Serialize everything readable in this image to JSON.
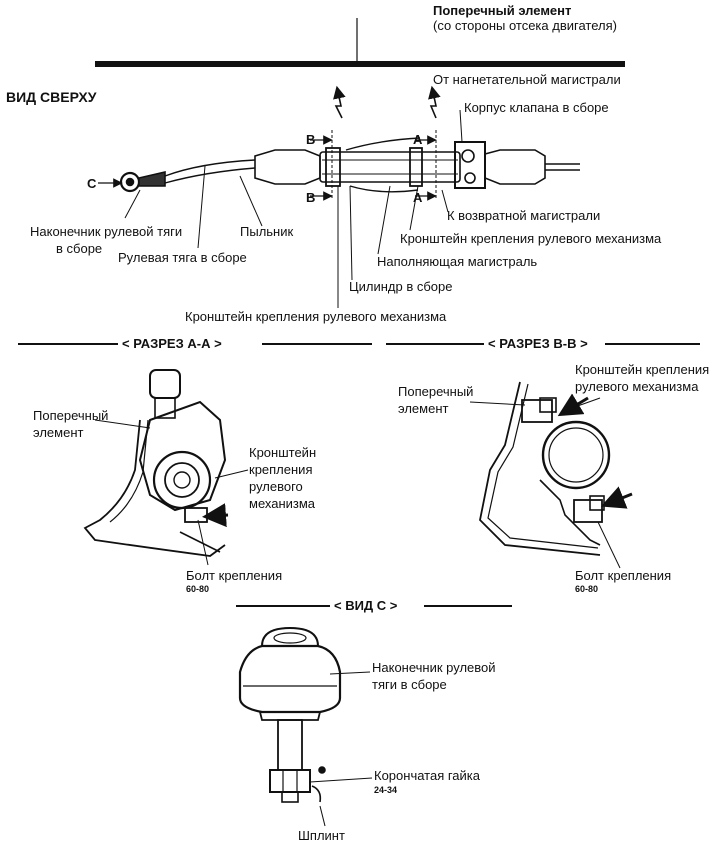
{
  "top": {
    "cross_member_title": "Поперечный элемент",
    "cross_member_sub": "(со стороны отсека двигателя)",
    "view_from_above": "ВИД СВЕРХУ",
    "from_pressure_line": "От нагнетательной магистрали",
    "valve_body": "Корпус клапана в сборе",
    "marker_b_top": "B",
    "marker_b_bottom": "B",
    "marker_a_top": "A",
    "marker_a_bottom": "A",
    "marker_c": "C",
    "to_return_line": "К возвратной магистрали",
    "gear_bracket_right": "Кронштейн крепления рулевого механизма",
    "tie_rod_end_1": "Наконечник рулевой тяги",
    "tie_rod_end_2": "в сборе",
    "boot": "Пыльник",
    "tie_rod": "Рулевая тяга в сборе",
    "feed_line": "Наполняющая магистраль",
    "cylinder": "Цилиндр в сборе",
    "gear_bracket_bottom": "Кронштейн крепления рулевого механизма"
  },
  "section_aa": {
    "title": "< РАЗРЕЗ А-А >",
    "cross_member_1": "Поперечный",
    "cross_member_2": "элемент",
    "bracket_1": "Кронштейн",
    "bracket_2": "крепления",
    "bracket_3": "рулевого",
    "bracket_4": "механизма",
    "bolt": "Болт крепления",
    "torque": "60-80"
  },
  "section_bb": {
    "title": "< РАЗРЕЗ В-В >",
    "cross_member_1": "Поперечный",
    "cross_member_2": "элемент",
    "bracket_1": "Кронштейн крепления",
    "bracket_2": "рулевого механизма",
    "bolt": "Болт крепления",
    "torque": "60-80"
  },
  "view_c": {
    "title": "< ВИД С >",
    "tie_rod_end_1": "Наконечник рулевой",
    "tie_rod_end_2": "тяги в сборе",
    "castle_nut": "Корончатая гайка",
    "torque": "24-34",
    "cotter_pin": "Шплинт"
  }
}
